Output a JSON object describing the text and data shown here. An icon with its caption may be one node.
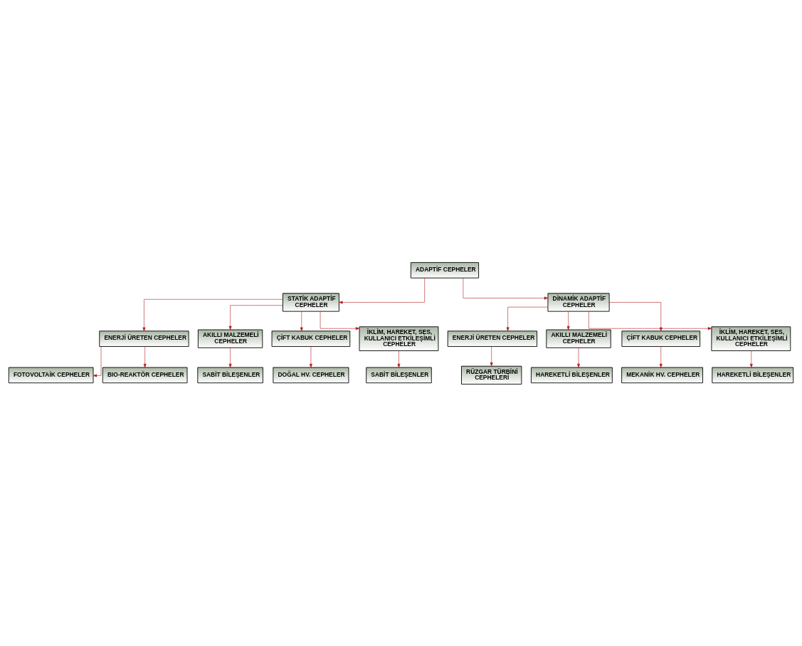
{
  "diagram": {
    "nodes": [
      {
        "text": [
          "ADAPTİF CEPHELER"
        ]
      },
      {
        "text": [
          "STATİK ADAPTİF CEPHELER"
        ]
      },
      {
        "text": [
          "DİNAMİK ADAPTİF CEPHELER"
        ]
      },
      {
        "text": [
          "FOTOVOLTAİK CEPHELER"
        ]
      },
      {
        "text": [
          "BIO-REAKTÖR CEPHELER"
        ]
      },
      {
        "text": [
          "ENERJİ ÜRETEN CEPHELER"
        ]
      },
      {
        "text": [
          "SABİT BİLEŞENLER"
        ]
      },
      {
        "text": [
          "AKILLI MALZEMELİ CEPHELER"
        ]
      },
      {
        "text": [
          "DOĞAL HV. CEPHELER"
        ]
      },
      {
        "text": [
          "ÇİFT KABUK CEPHELER"
        ]
      },
      {
        "text": [
          "İKLİM, HAREKET, SES, KULLANICI ETKİLEŞİMLİ CEPHELER"
        ]
      },
      {
        "text": [
          "SABİT BİLEŞENLER"
        ]
      },
      {
        "text": [
          "ENERJİ ÜRETEN CEPHELER"
        ]
      },
      {
        "text": [
          "RÜZGAR TÜRBİNİ CEPHELERİ"
        ]
      },
      {
        "text": [
          "AKILLI MALZEMELİ CEPHELER"
        ]
      },
      {
        "text": [
          "HAREKETLİ BİLEŞENLER"
        ]
      },
      {
        "text": [
          "ÇİFT KABUK CEPHELER"
        ]
      },
      {
        "text": [
          "MEKANİK HV. CEPHELER"
        ]
      },
      {
        "text": [
          "İKLİM, HAREKET, SES, KULLANICI ETKİLEŞİMLİ CEPHELER"
        ]
      },
      {
        "text": [
          "HAREKETLİ BİLEŞENLER"
        ]
      }
    ],
    "edges": [
      {
        "from": 0,
        "to": 1,
        "arrow": "to"
      },
      {
        "from": 0,
        "to": 2,
        "arrow": "to"
      },
      {
        "from": 1,
        "to": 5,
        "arrow": "to"
      },
      {
        "from": 5,
        "to": 3,
        "arrow": "to"
      },
      {
        "from": 5,
        "to": 4,
        "arrow": "to"
      },
      {
        "from": 1,
        "to": 7,
        "arrow": "to"
      },
      {
        "from": 7,
        "to": 6,
        "arrow": "to"
      },
      {
        "from": 1,
        "to": 9,
        "arrow": "to"
      },
      {
        "from": 9,
        "to": 8,
        "arrow": "to"
      },
      {
        "from": 1,
        "to": 10,
        "arrow": "to"
      },
      {
        "from": 10,
        "to": 11,
        "arrow": "to"
      },
      {
        "from": 2,
        "to": 12,
        "arrow": "to"
      },
      {
        "from": 12,
        "to": 13,
        "arrow": "to"
      },
      {
        "from": 2,
        "to": 14,
        "arrow": "to"
      },
      {
        "from": 14,
        "to": 15,
        "arrow": "to"
      },
      {
        "from": 2,
        "to": 16,
        "arrow": "to"
      },
      {
        "from": 16,
        "to": 17,
        "arrow": "to"
      },
      {
        "from": 2,
        "to": 18,
        "arrow": "to"
      },
      {
        "from": 18,
        "to": 19,
        "arrow": "to"
      }
    ]
  }
}
